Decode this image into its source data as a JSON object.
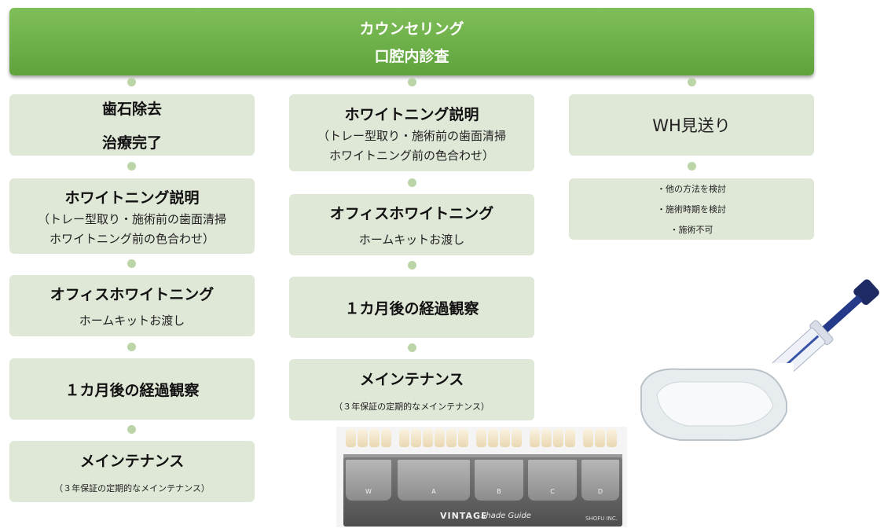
{
  "header": {
    "line1": "カウンセリング",
    "line2": "口腔内診査"
  },
  "col1": {
    "b1_line1": "歯石除去",
    "b1_line2": "治療完了",
    "b2_title": "ホワイトニング説明",
    "b2_sub1": "（トレー型取り・施術前の歯面清掃",
    "b2_sub2": "ホワイトニング前の色合わせ）",
    "b3_title": "オフィスホワイトニング",
    "b3_sub": "ホームキットお渡し",
    "b4_title": "１カ月後の経過観察",
    "b5_title": "メインテナンス",
    "b5_sub": "（３年保証の定期的なメインテナンス）"
  },
  "col2": {
    "b1_title": "ホワイトニング説明",
    "b1_sub1": "（トレー型取り・施術前の歯面清掃",
    "b1_sub2": "ホワイトニング前の色合わせ）",
    "b2_title": "オフィスホワイトニング",
    "b2_sub": "ホームキットお渡し",
    "b3_title": "１カ月後の経過観察",
    "b4_title": "メインテナンス",
    "b4_sub": "（３年保証の定期的なメインテナンス）"
  },
  "col3": {
    "b1_title": "WH見送り",
    "b2_items": [
      "・他の方法を検討",
      "・施術時期を検討",
      "・施術不可"
    ]
  },
  "shade_guide": {
    "tabs": [
      "W",
      "A",
      "B",
      "C",
      "D"
    ],
    "brand": "VINTAGE",
    "product": "Shade Guide",
    "maker": "SHOFU INC."
  }
}
